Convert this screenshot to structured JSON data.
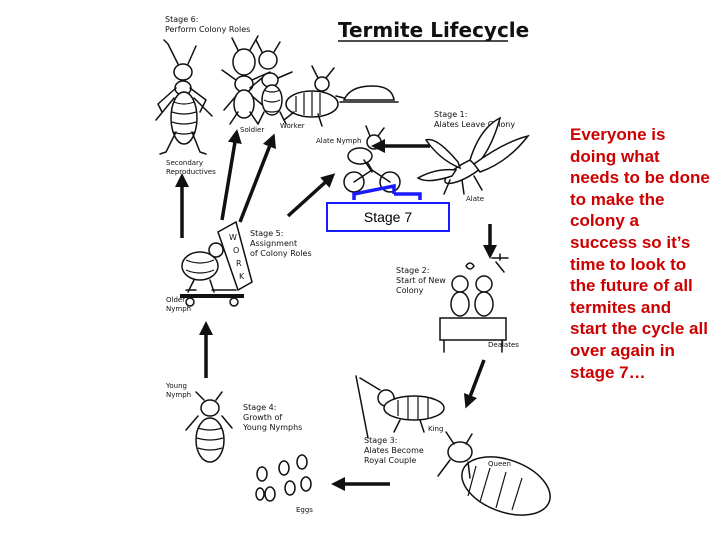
{
  "title": "Termite Lifecycle",
  "stages": {
    "s1": [
      "Stage 1:",
      "Alates Leave Colony"
    ],
    "s2": [
      "Stage 2:",
      "Start of New",
      "Colony"
    ],
    "s3": [
      "Stage 3:",
      "Alates Become",
      "Royal Couple"
    ],
    "s4": [
      "Stage 4:",
      "Growth of",
      "Young Nymphs"
    ],
    "s5": [
      "Stage 5:",
      "Assignment",
      "of Colony Roles"
    ],
    "s6": [
      "Stage 6:",
      "Perform Colony Roles"
    ]
  },
  "labels": {
    "soldier": "Soldier",
    "worker": "Worker",
    "alate_nymph": "Alate Nymph",
    "alate": "Alate",
    "dealates": "Dealates",
    "king": "King",
    "queen": "Queen",
    "eggs": "Eggs",
    "young_nymph": [
      "Young",
      "Nymph"
    ],
    "older_nymph": [
      "Older",
      "Nymph"
    ],
    "secondary_reproductives": [
      "Secondary",
      "Reproductives"
    ],
    "work_sign": [
      "W",
      "O",
      "R",
      "K"
    ]
  },
  "stage7_label": "Stage 7",
  "side_text": "Everyone is doing what needs to be done to make the colony a success so it’s time to look to the future of all termites and start the cycle all over again in stage 7…",
  "colors": {
    "side_text": "#cc0000",
    "stage7_border": "#1a1aff"
  }
}
